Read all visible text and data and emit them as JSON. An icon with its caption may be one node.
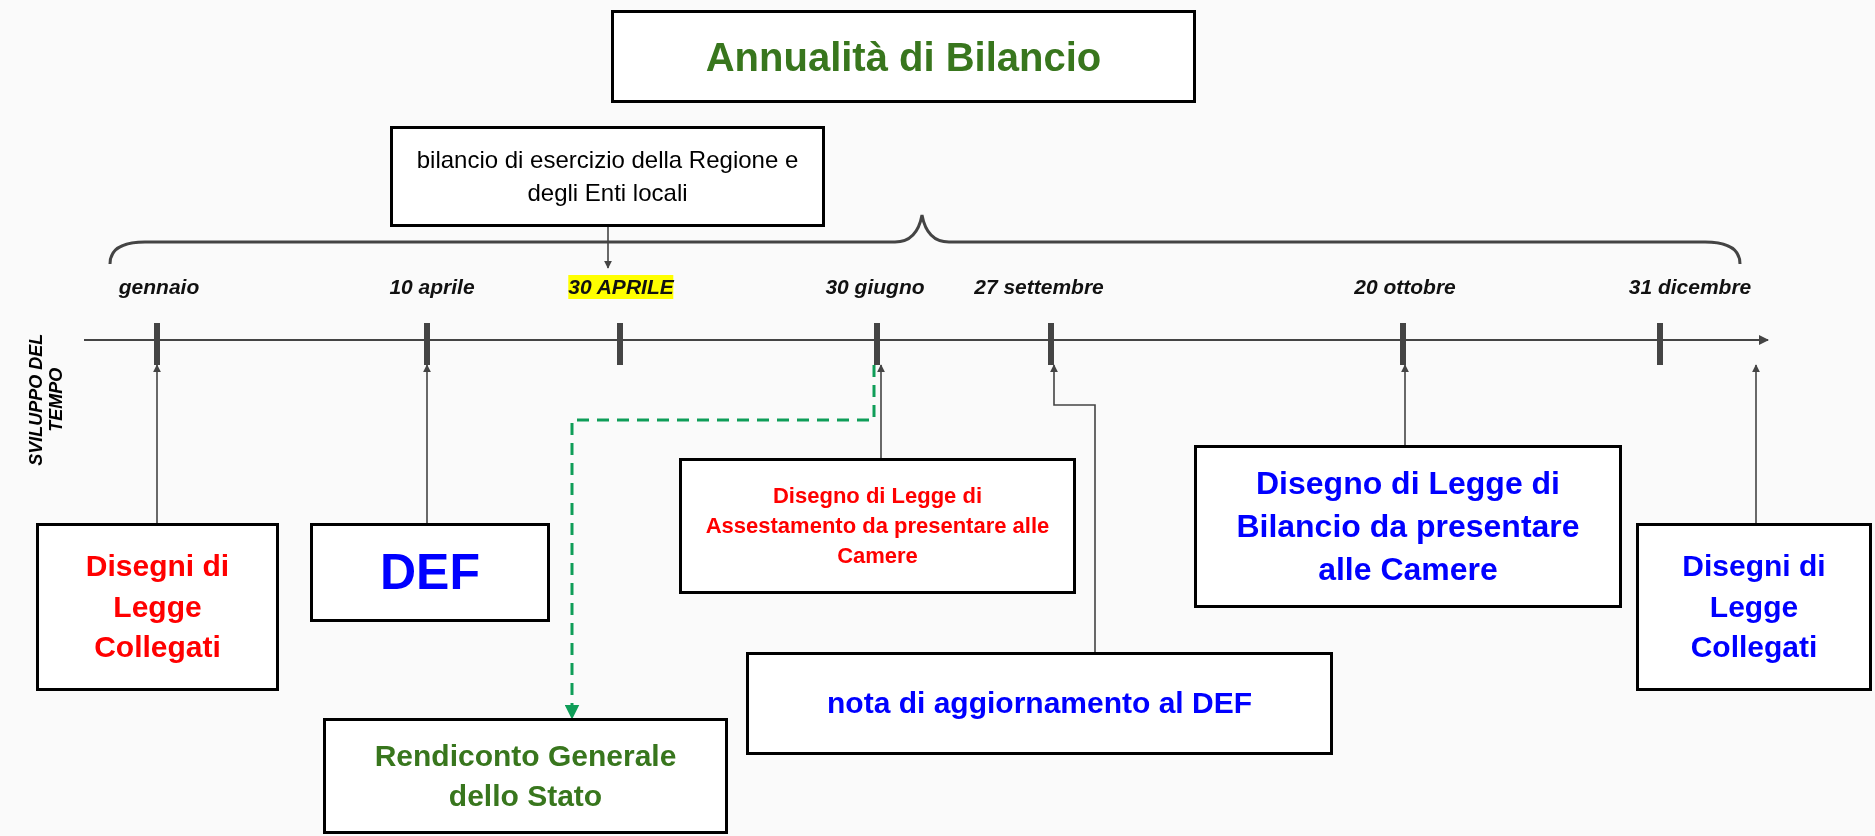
{
  "diagram": {
    "nodes": [
      {
        "text": [
          "Annualità di Bilancio"
        ]
      },
      {
        "text": [
          "bilancio di esercizio della Regione e degli Enti locali"
        ]
      },
      {
        "text": [
          "gennaio"
        ]
      },
      {
        "text": [
          "10 aprile"
        ]
      },
      {
        "text": [
          "30 APRILE"
        ]
      },
      {
        "text": [
          "30 giugno"
        ]
      },
      {
        "text": [
          "27 settembre"
        ]
      },
      {
        "text": [
          "20 ottobre"
        ]
      },
      {
        "text": [
          "31 dicembre"
        ]
      },
      {
        "text": [
          "Disegno di Legge di Assestamento da presentare alle Camere"
        ]
      },
      {
        "text": [
          "Disegno di Legge di Bilancio da presentare alle Camere"
        ]
      },
      {
        "text": [
          "Disegni di Legge Collegati"
        ]
      },
      {
        "text": [
          "DEF"
        ]
      },
      {
        "text": [
          "Disegni di Legge Collegati"
        ]
      },
      {
        "text": [
          "nota di aggiornamento al DEF"
        ]
      },
      {
        "text": [
          "Rendiconto Generale dello Stato"
        ]
      }
    ],
    "edges": [
      {
        "from": 1,
        "to": 4,
        "arrow": "to"
      },
      {
        "from": 11,
        "to": 2,
        "arrow": "to"
      },
      {
        "from": 12,
        "to": 3,
        "arrow": "to"
      },
      {
        "from": 9,
        "to": 5,
        "arrow": "to"
      },
      {
        "from": 5,
        "to": 15,
        "arrow": "to",
        "style": "dashed",
        "color": "#0f9d58"
      },
      {
        "from": 14,
        "to": 6,
        "arrow": "to"
      },
      {
        "from": 10,
        "to": 7,
        "arrow": "to"
      },
      {
        "from": 13,
        "to": 8,
        "arrow": "to"
      }
    ],
    "labels": [
      "SVILUPPO DEL TEMPO"
    ]
  }
}
